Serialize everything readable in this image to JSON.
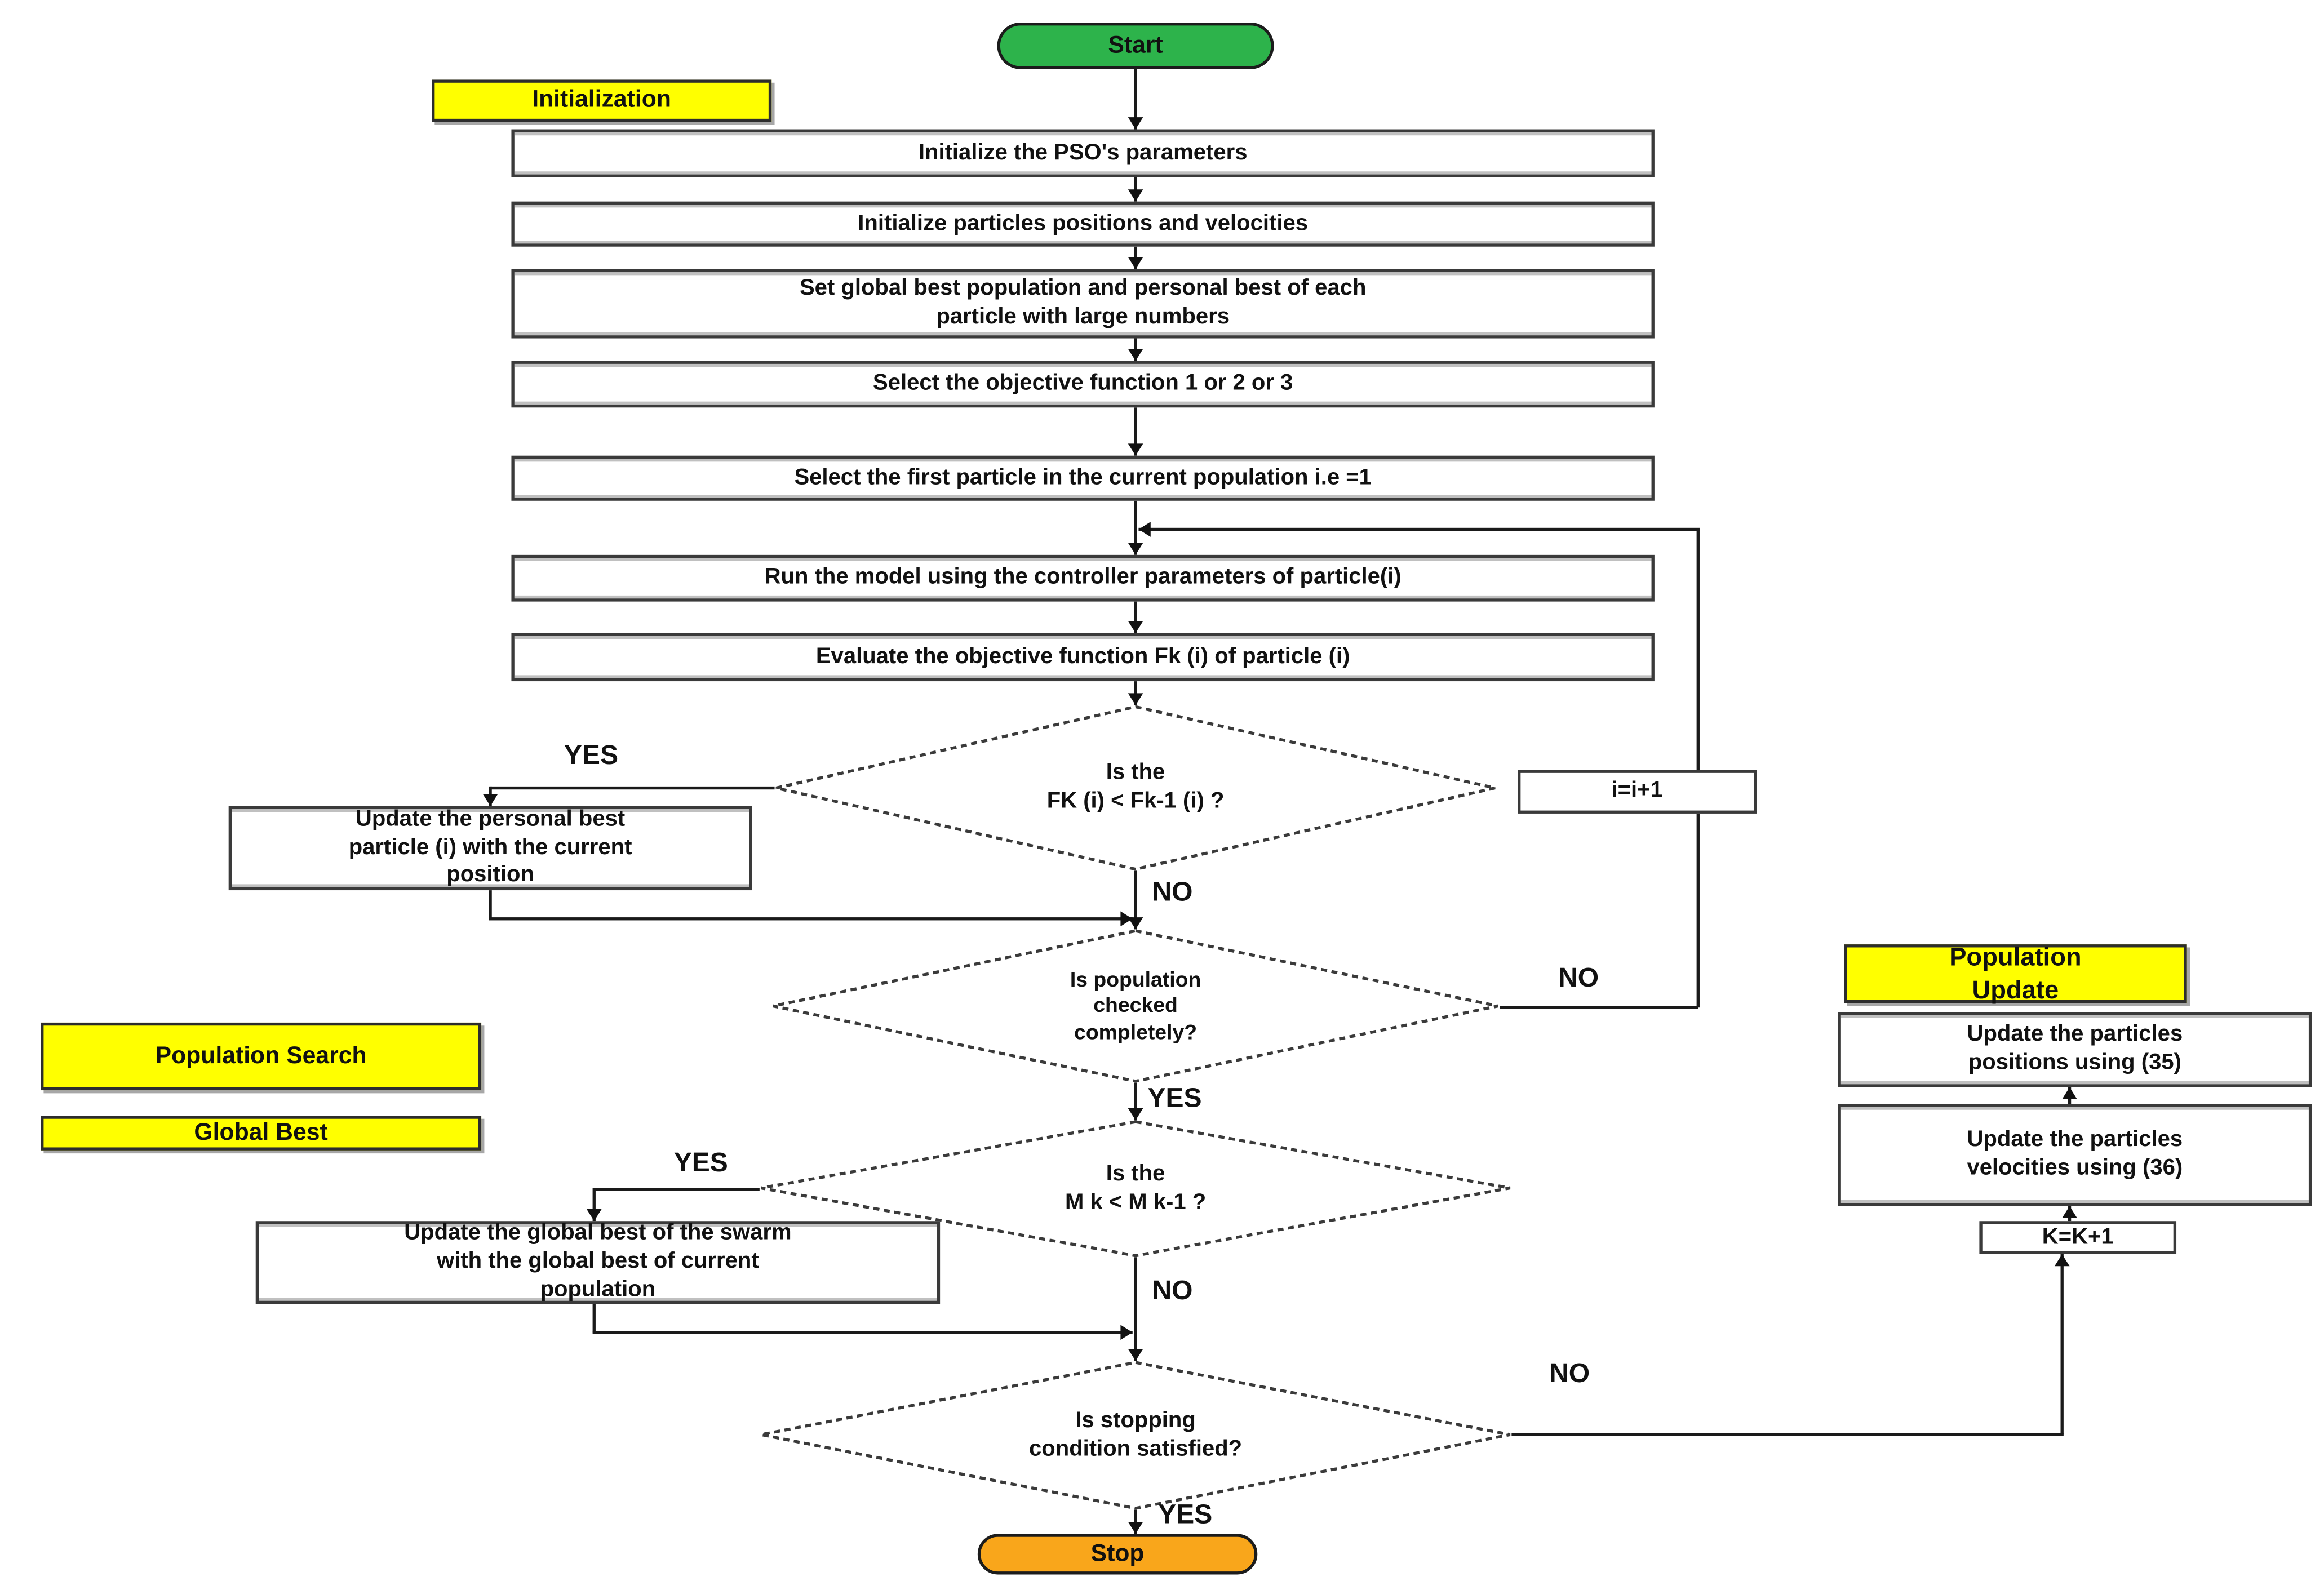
{
  "nodes": {
    "start": "Start",
    "init_params": "Initialize the PSO's parameters",
    "init_particles": "Initialize particles positions and velocities",
    "set_best": "Set global best population and personal best of each\nparticle with large numbers",
    "select_objective": "Select the objective function 1 or 2 or 3",
    "select_first": "Select the first particle in the current population i.e =1",
    "run_model": "Run the model using the controller parameters of particle(i)",
    "evaluate": "Evaluate the objective function Fk (i) of particle (i)",
    "decision_fk": "Is the\nFK (i) < Fk-1 (i) ?",
    "update_pbest": "Update the personal best\nparticle (i) with the current\nposition",
    "i_increment": "i=i+1",
    "decision_population": "Is population\nchecked\ncompletely?",
    "decision_mk": "Is the\nM k < M k-1 ?",
    "update_gbest": "Update the global best of the swarm\nwith the global best of current\npopulation",
    "decision_stop": "Is stopping\ncondition satisfied?",
    "update_positions": "Update the particles\npositions using (35)",
    "update_velocities": "Update the particles\nvelocities using (36)",
    "k_increment": "K=K+1",
    "stop": "Stop"
  },
  "stage_labels": {
    "initialization": "Initialization",
    "population_search": "Population Search",
    "global_best": "Global Best",
    "population_update": "Population\nUpdate"
  },
  "edge_labels": {
    "yes_fk": "YES",
    "no_fk": "NO",
    "no_population": "NO",
    "yes_population": "YES",
    "yes_mk": "YES",
    "no_mk": "NO",
    "no_stop": "NO",
    "yes_stop": "YES"
  },
  "colors": {
    "start_fill": "#2db34b",
    "stop_fill": "#f9a61b",
    "stage_label_fill": "#ffff00",
    "node_border": "#3a3a3a",
    "line": "#1a1a1a"
  }
}
